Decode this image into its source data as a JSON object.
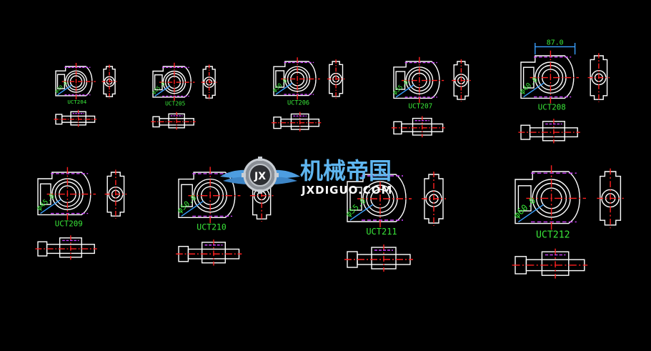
{
  "drawing": {
    "background": "#000000",
    "colors": {
      "outline": "#ffffff",
      "center": "#ff2020",
      "hidden": "#d040ff",
      "dim": "#39e639",
      "dim_line": "#3aa0ff"
    },
    "parts": [
      {
        "id": "uct204",
        "label": "UCT204",
        "dim": "φ20.0"
      },
      {
        "id": "uct205",
        "label": "UCT205",
        "dim": "φ25.0"
      },
      {
        "id": "uct206",
        "label": "UCT206",
        "dim": "φ30.0"
      },
      {
        "id": "uct207",
        "label": "UCT207",
        "dim": "φ35.0"
      },
      {
        "id": "uct208",
        "label": "UCT208",
        "dim": "φ40.0",
        "width_dim": "87.0"
      },
      {
        "id": "uct209",
        "label": "UCT209",
        "dim": "φ45.0"
      },
      {
        "id": "uct210",
        "label": "UCT210",
        "dim": "φ50.0"
      },
      {
        "id": "uct211",
        "label": "UCT211",
        "dim": "φ55.0"
      },
      {
        "id": "uct212",
        "label": "UCT212",
        "dim": "φ60.0"
      }
    ]
  },
  "watermark": {
    "badge": "JX",
    "title_cn": "机械帝国",
    "title_en": "JXDIGUO.COM",
    "icon": "gear-wings-logo-icon"
  }
}
